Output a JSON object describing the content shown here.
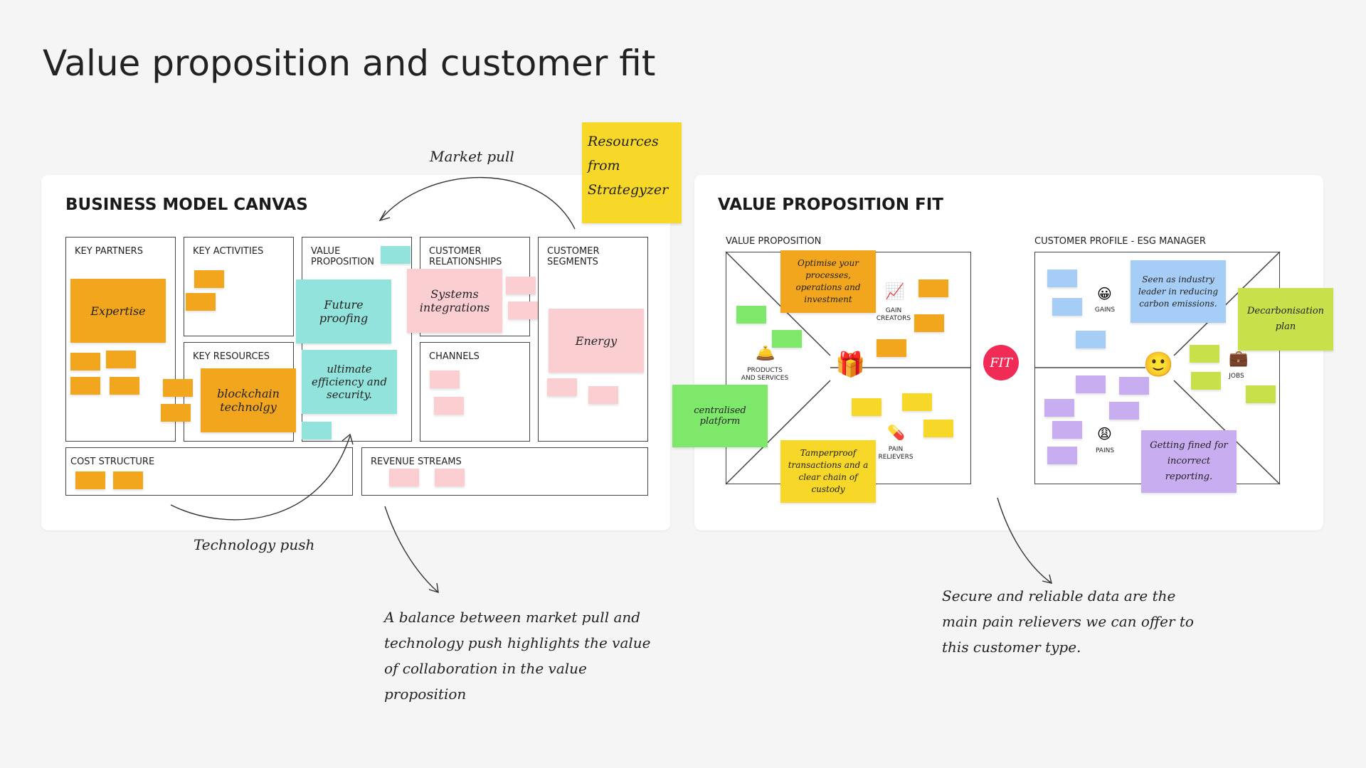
{
  "page_title": "Value proposition and customer fit",
  "bmc": {
    "title": "BUSINESS MODEL CANVAS",
    "key_partners": "KEY PARTNERS",
    "key_activities": "KEY ACTIVITIES",
    "key_resources": "KEY RESOURCES",
    "value_proposition": "VALUE PROPOSITION",
    "customer_relationships": "CUSTOMER RELATIONSHIPS",
    "channels": "CHANNELS",
    "customer_segments": "CUSTOMER SEGMENTS",
    "cost_structure": "COST STRUCTURE",
    "revenue_streams": "REVENUE STREAMS",
    "notes": {
      "expertise": "Expertise",
      "blockchain": "blockchain technolgy",
      "future_proofing": "Future proofing",
      "ultimate": "ultimate efficiency and security.",
      "systems": "Systems integrations",
      "energy": "Energy"
    }
  },
  "vpf": {
    "title": "VALUE PROPOSITION FIT",
    "value_proposition": "VALUE PROPOSITION",
    "customer_profile": "CUSTOMER PROFILE - ESG MANAGER",
    "gain_creators": "GAIN CREATORS",
    "products_services": "PRODUCTS AND SERVICES",
    "pain_relievers": "PAIN RELIEVERS",
    "gains": "GAINS",
    "pains": "PAINS",
    "jobs": "JOBS",
    "fit": "FIT",
    "notes": {
      "optimise": "Optimise your processes, operations and investment",
      "centralised": "centralised platform",
      "tamperproof": "Tamperproof transactions and a clear chain of custody",
      "industry_leader": "Seen as industry leader in reducing carbon emissions.",
      "decarbonisation": "Decarbonisation plan",
      "fined": "Getting fined for incorrect reporting."
    }
  },
  "annotations": {
    "resources": "Resources from Strategyzer",
    "market_pull": "Market pull",
    "technology_push": "Technology push",
    "balance": "A balance between market pull and technology push highlights the value of collaboration in the value proposition",
    "secure": "Secure and reliable data are the main pain relievers we can offer to this customer type."
  },
  "icons": {
    "gain_creators": "chart-increasing-icon",
    "products_services": "bell-icon",
    "gift": "gift-icon",
    "pain_relievers": "pill-icon",
    "gains": "grinning-face-icon",
    "pains": "weary-face-icon",
    "center": "smiling-face-icon",
    "jobs": "briefcase-icon"
  },
  "colors": {
    "orange": "#f2a61e",
    "teal": "#92e3db",
    "pink": "#fbcfd2",
    "yellow": "#f7d727",
    "green": "#7ee86b",
    "blue": "#a6cdf6",
    "purple": "#c8aef0",
    "lime": "#c8e14a",
    "fit": "#ef2b56"
  }
}
